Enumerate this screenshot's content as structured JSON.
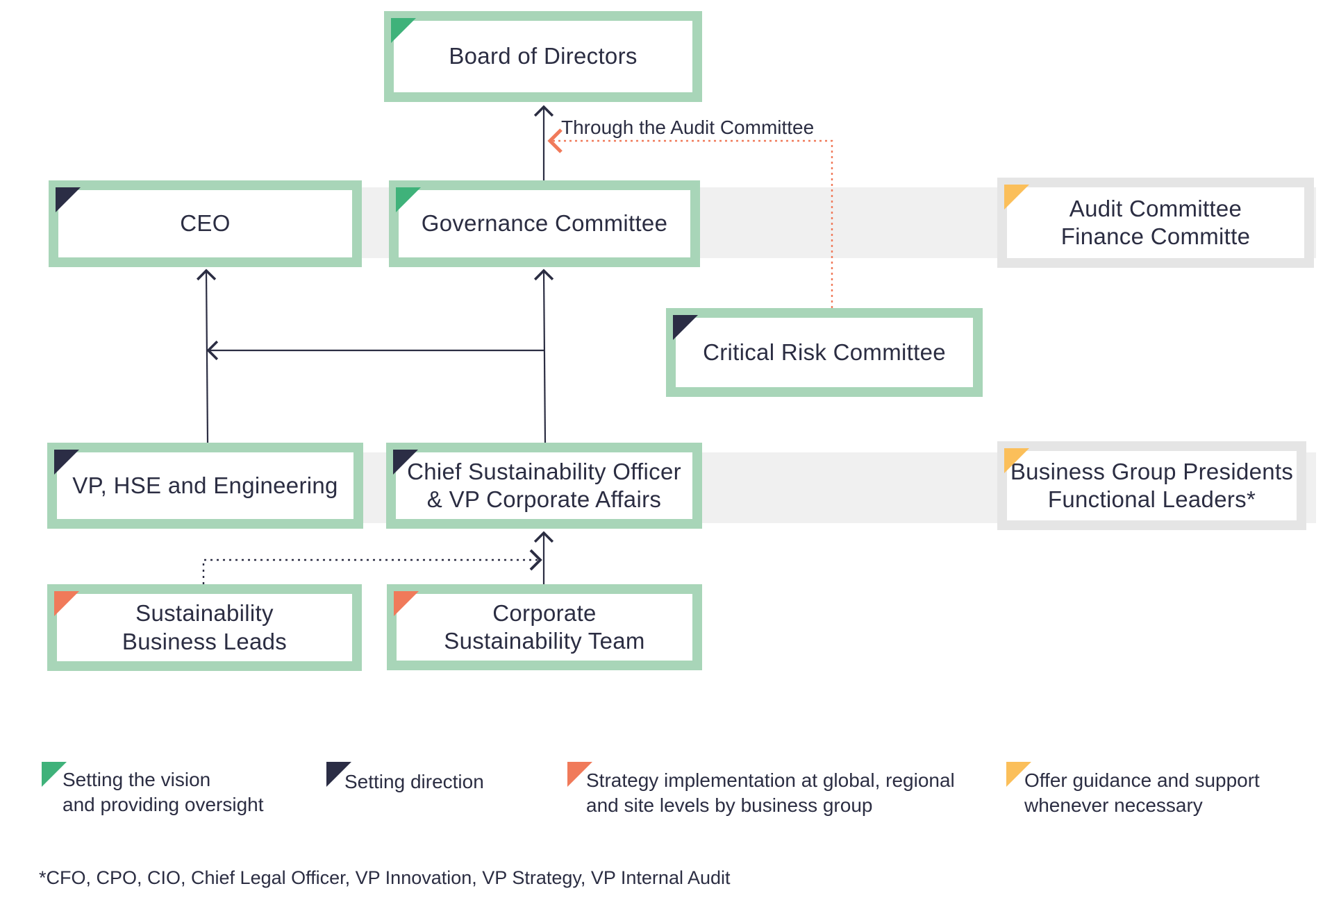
{
  "nodes": {
    "board": "Board of Directors",
    "ceo": "CEO",
    "governance": "Governance Committee",
    "audit_line1": "Audit Committee",
    "audit_line2": "Finance Committe",
    "critical_risk": "Critical Risk Committee",
    "vp_hse": "VP, HSE and Engineering",
    "cso_line1": "Chief Sustainability Officer",
    "cso_line2": "& VP Corporate Affairs",
    "bgp_line1": "Business Group Presidents",
    "bgp_line2": "Functional Leaders*",
    "sbl_line1": "Sustainability",
    "sbl_line2": "Business Leads",
    "cst_line1": "Corporate",
    "cst_line2": "Sustainability Team"
  },
  "connector_label": "Through the Audit Committee",
  "legend": [
    {
      "line1": "Setting the vision",
      "line2": "and providing oversight",
      "color": "#3fb27a"
    },
    {
      "line1": "Setting direction",
      "line2": "",
      "color": "#2b2d45"
    },
    {
      "line1": "Strategy implementation at global, regional",
      "line2": "and site levels by business group",
      "color": "#f07a5a"
    },
    {
      "line1": "Offer guidance and support",
      "line2": "whenever necessary",
      "color": "#fbbf5a"
    }
  ],
  "footnote": "*CFO, CPO, CIO, Chief Legal Officer, VP Innovation, VP Strategy, VP Internal Audit",
  "colors": {
    "box_border": "#a8d5b8",
    "box_border_grey": "#e5e5e5",
    "band": "#f0f0f0",
    "arrow": "#2b2d42",
    "dotted_red": "#f07a5a"
  }
}
